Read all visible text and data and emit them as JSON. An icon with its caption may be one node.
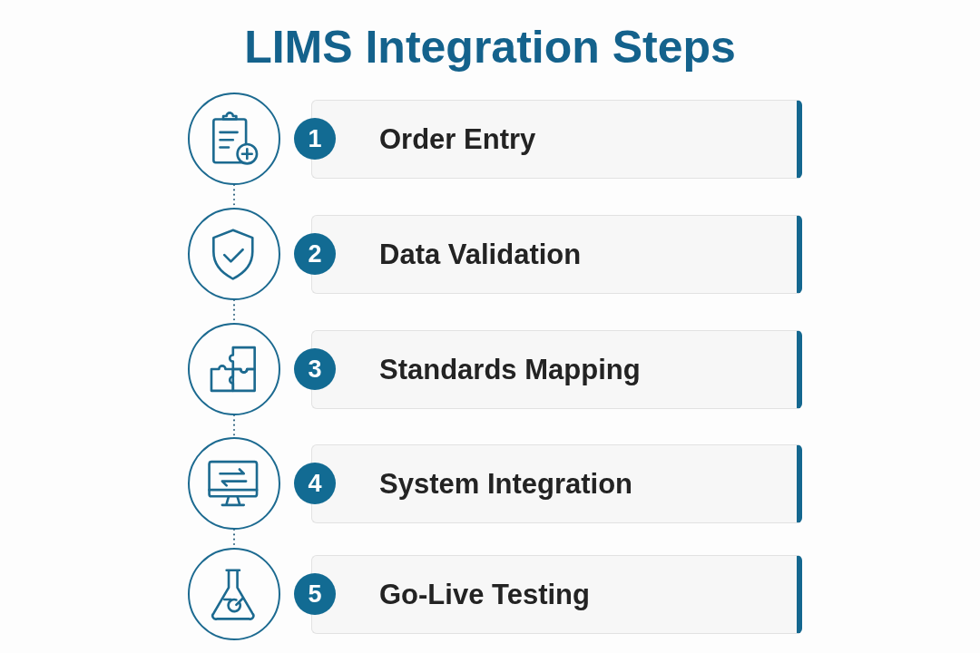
{
  "diagram": {
    "title": "LIMS Integration Steps",
    "nodes": [
      {
        "text": [],
        "shape": "circle"
      },
      {
        "text": [
          "1"
        ]
      },
      {
        "text": [
          "Order Entry"
        ]
      },
      {
        "text": [],
        "shape": "circle"
      },
      {
        "text": [
          "2"
        ]
      },
      {
        "text": [
          "Data Validation"
        ]
      },
      {
        "text": [],
        "shape": "circle"
      },
      {
        "text": [
          "3"
        ]
      },
      {
        "text": [
          "Standards Mapping"
        ]
      },
      {
        "text": [],
        "shape": "circle"
      },
      {
        "text": [
          "4"
        ]
      },
      {
        "text": [
          "System Integration"
        ]
      },
      {
        "text": [],
        "shape": "circle"
      },
      {
        "text": [
          "5"
        ]
      },
      {
        "text": [
          "Go-Live Testing"
        ]
      }
    ],
    "edges": [
      {
        "from": 0,
        "to": 3,
        "arrow": "none",
        "style": "dashed"
      },
      {
        "from": 3,
        "to": 6,
        "arrow": "none",
        "style": "dashed"
      },
      {
        "from": 6,
        "to": 9,
        "arrow": "none",
        "style": "dashed"
      },
      {
        "from": 9,
        "to": 12,
        "arrow": "none",
        "style": "dashed"
      }
    ]
  }
}
